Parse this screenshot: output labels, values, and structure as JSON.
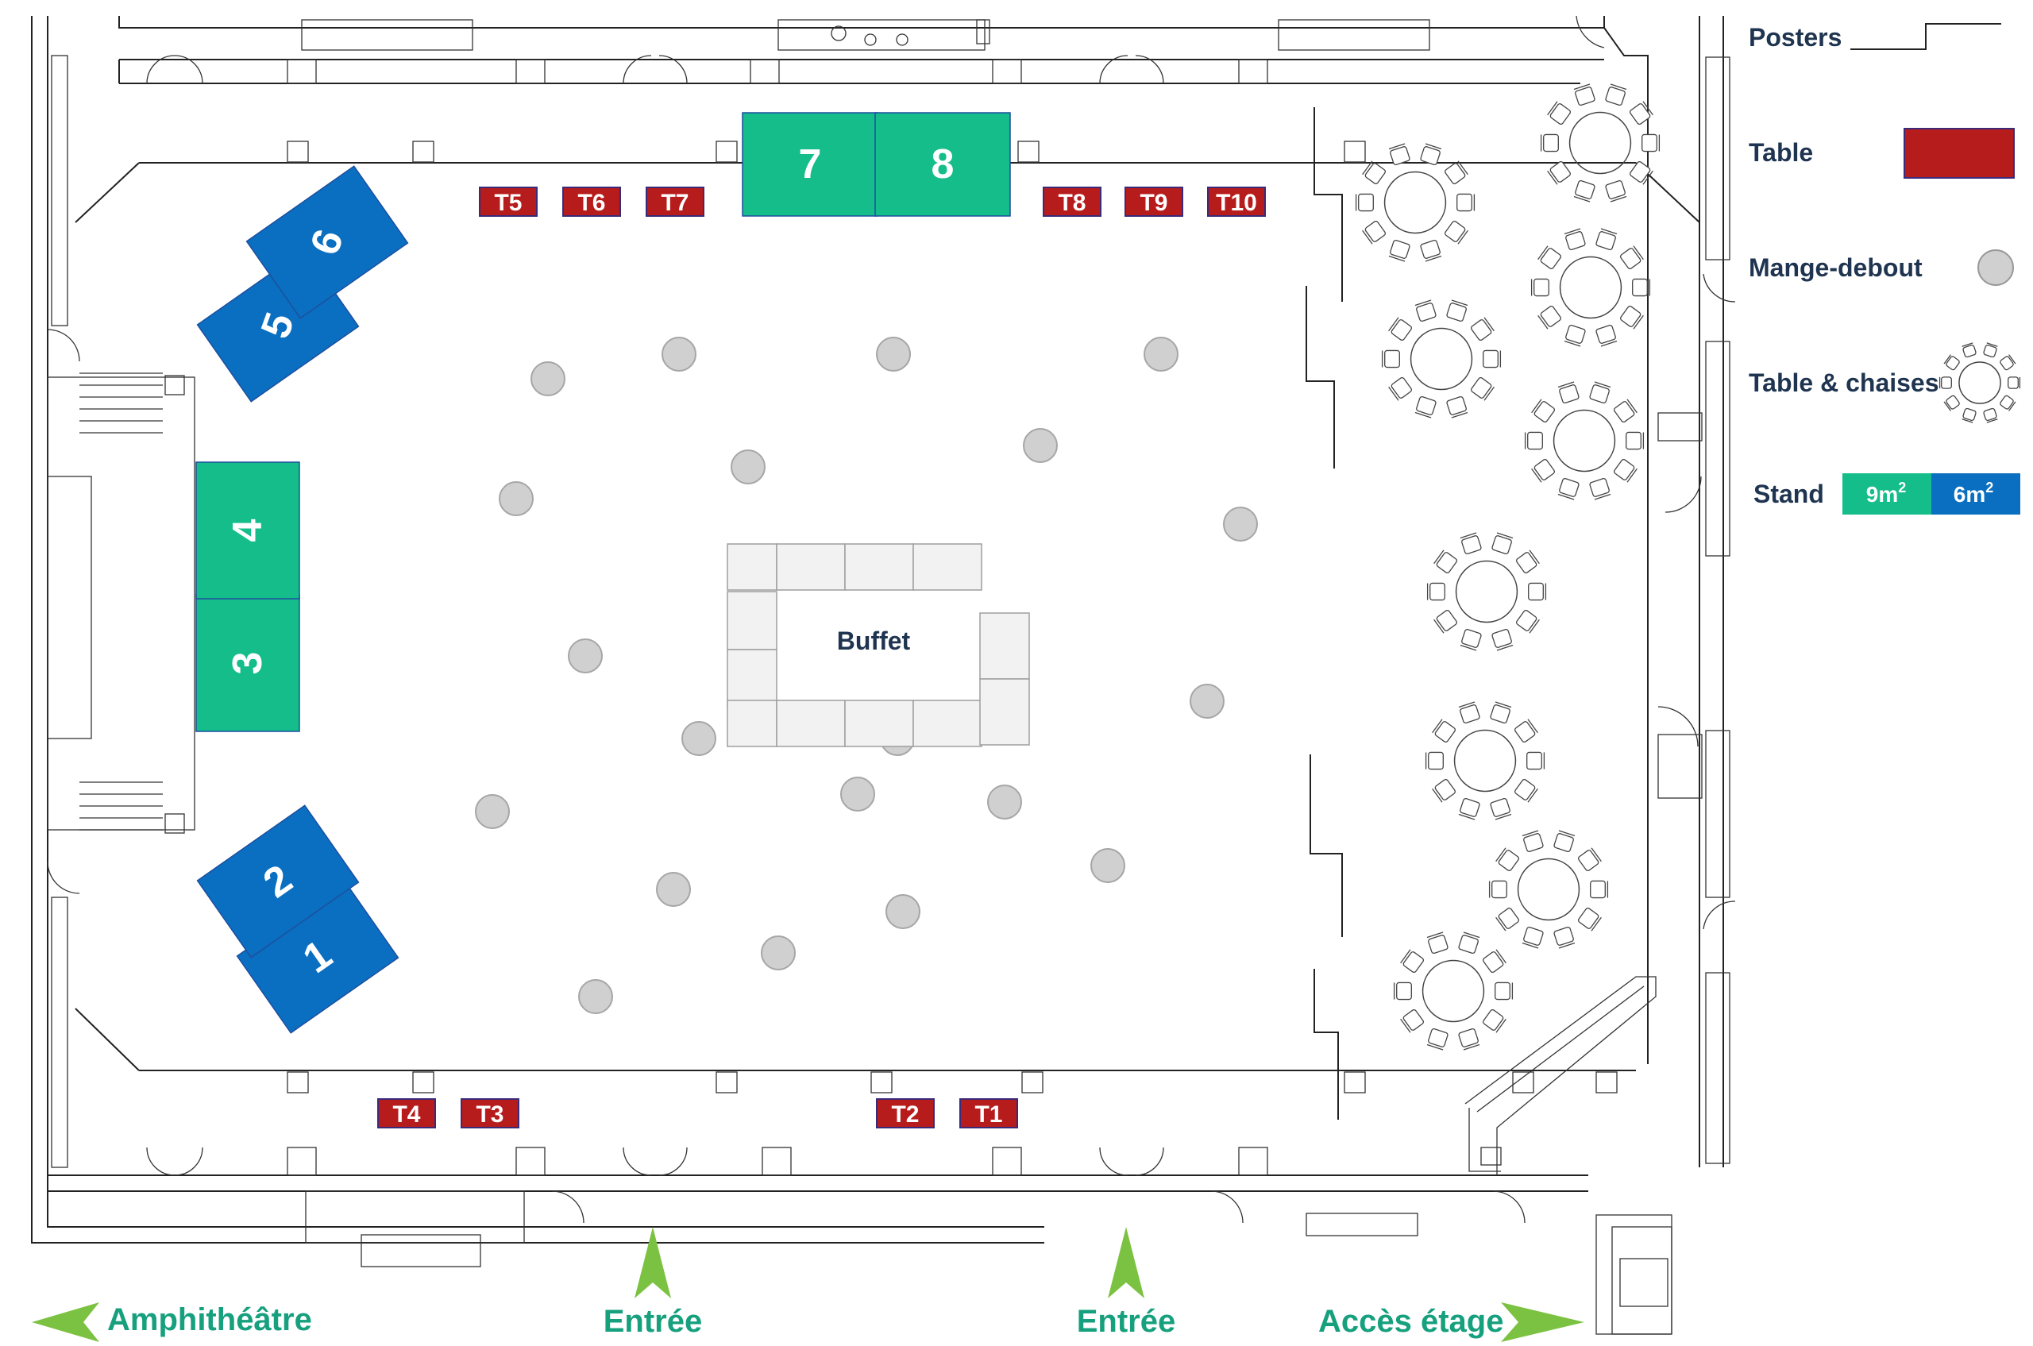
{
  "colors": {
    "stand_9m2": "#14bd8a",
    "stand_6m2": "#0a6fc0",
    "table": "#b71c1c",
    "table_border": "#3b2a7a",
    "mange_debout": "#d0d0d0",
    "buffet": "#f2f2f2",
    "label_dark": "#1f3450",
    "arrow_green": "#7cc242",
    "label_teal": "#16a07d"
  },
  "stands": [
    {
      "label": "1",
      "size": "6m2"
    },
    {
      "label": "2",
      "size": "6m2"
    },
    {
      "label": "3",
      "size": "9m2"
    },
    {
      "label": "4",
      "size": "9m2"
    },
    {
      "label": "5",
      "size": "6m2"
    },
    {
      "label": "6",
      "size": "6m2"
    },
    {
      "label": "7",
      "size": "9m2"
    },
    {
      "label": "8",
      "size": "9m2"
    }
  ],
  "tables": [
    "T1",
    "T2",
    "T3",
    "T4",
    "T5",
    "T6",
    "T7",
    "T8",
    "T9",
    "T10"
  ],
  "buffet": {
    "label": "Buffet"
  },
  "mange_debout_count": 20,
  "table_chaises_count": 10,
  "legend": {
    "posters": "Posters",
    "table": "Table",
    "mange_debout": "Mange-debout",
    "table_chaises": "Table & chaises",
    "stand": "Stand",
    "stand_9": "9m",
    "stand_6": "6m",
    "sup": "2"
  },
  "directions": {
    "amphitheatre": "Amphithéâtre",
    "entree_1": "Entrée",
    "entree_2": "Entrée",
    "acces_etage": "Accès étage"
  },
  "icons": [
    "door-icon",
    "staircase-icon",
    "chair-icon",
    "arrow-left-icon",
    "arrow-up-icon",
    "arrow-right-icon"
  ]
}
